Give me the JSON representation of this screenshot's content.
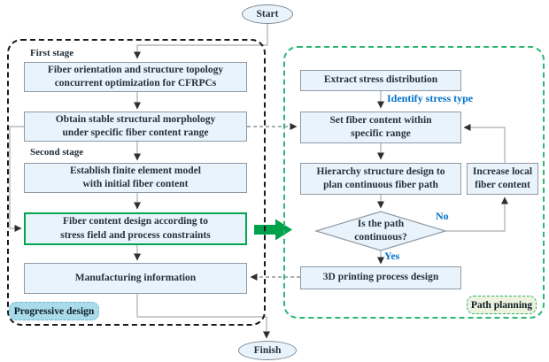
{
  "diagram": {
    "terminals": {
      "start": "Start",
      "finish": "Finish"
    },
    "left_panel": {
      "badge": "Progressive design",
      "stage1_label": "First stage",
      "stage2_label": "Second stage",
      "boxes": [
        {
          "label": "Fiber orientation and structure topology\nconcurrent optimization for CFRPCs"
        },
        {
          "label": "Obtain stable structural morphology\nunder specific fiber content range"
        },
        {
          "label": "Establish finite element model\nwith initial fiber content"
        },
        {
          "label": "Fiber content design according to\nstress field and process constraints"
        },
        {
          "label": "Manufacturing information"
        }
      ]
    },
    "right_panel": {
      "badge": "Path planning",
      "boxes": [
        {
          "label": "Extract stress distribution"
        },
        {
          "label": "Set fiber content within\nspecific range"
        },
        {
          "label": "Hierarchy structure design to\nplan continuous fiber path"
        },
        {
          "label": "Increase local\nfiber content"
        },
        {
          "label": "3D printing process design"
        }
      ],
      "decision": "Is the path\ncontinuous?",
      "edge_labels": {
        "identify": "Identify stress type",
        "no": "No",
        "yes": "Yes"
      }
    },
    "colors": {
      "box_fill": "#E9F3FB",
      "box_border": "#8F9AA5",
      "green_accent": "#00A54F",
      "panel_green": "#2CB673",
      "blue_label": "#0070C8",
      "left_badge_fill": "#A9DBEA",
      "right_badge_fill": "#EDF2DE"
    }
  }
}
